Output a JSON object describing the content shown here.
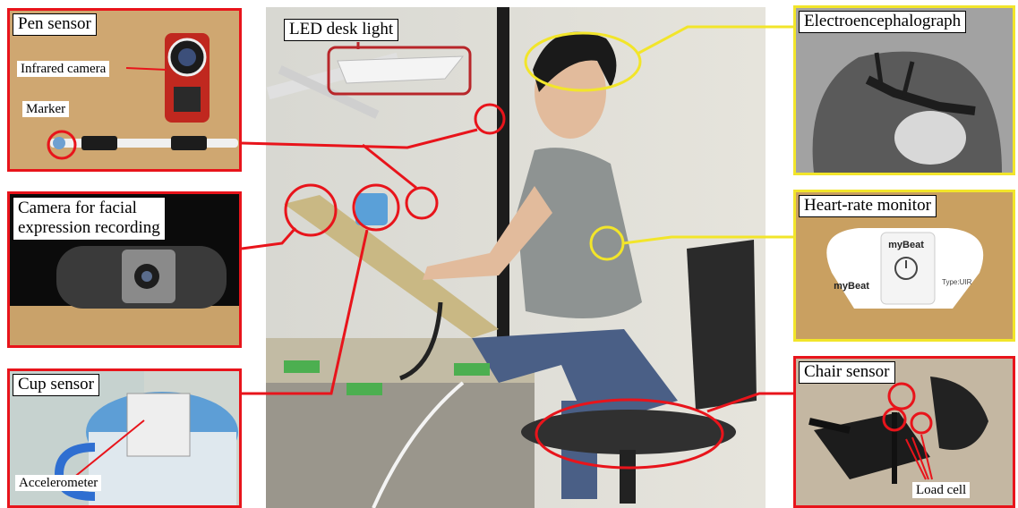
{
  "labels": {
    "pen_sensor": "Pen sensor",
    "infrared_camera": "Infrared camera",
    "marker": "Marker",
    "facial_line1": "Camera for facial",
    "facial_line2": "expression recording",
    "cup_sensor": "Cup sensor",
    "accelerometer": "Accelerometer",
    "led_desk_light": "LED desk light",
    "eeg": "Electroencephalograph",
    "heart_rate": "Heart-rate monitor",
    "chair_sensor": "Chair sensor",
    "load_cell": "Load cell",
    "mybeat_brand": "myBeat",
    "mybeat_type": "Type:UIR"
  },
  "colors": {
    "callout_red": "#e8141b",
    "callout_yellow": "#f2e52a"
  }
}
